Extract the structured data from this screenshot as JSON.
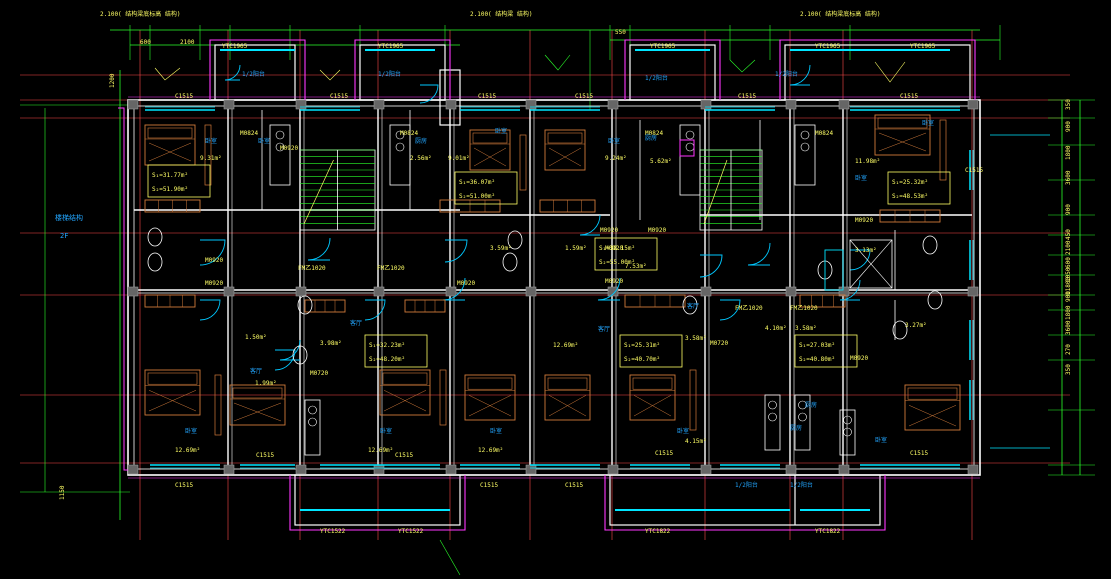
{
  "colors": {
    "background": "#000000",
    "wall": "#ffffff",
    "axis": "#ff4a4a",
    "dimension": "#2aff2a",
    "window": "#00e5ff",
    "door": "#00c8ff",
    "furniture": "#d07a3a",
    "balcony": "#ff38ff",
    "label": "#ffff66",
    "area_box": "#ffff66",
    "room_name": "#22a6ff",
    "grey": "#9a9a9a"
  },
  "texts": {
    "top_note_1": "2.100(   结构梁底标高    结构)",
    "top_note_2": "2.100(   结构梁 结构)",
    "top_note_3": "2.100(   结构梁底标高    结构)",
    "top_dims": [
      "600",
      "2100",
      "550"
    ],
    "left_dims": [
      "1200",
      "1150"
    ],
    "right_dims": [
      "350",
      "900",
      "1800",
      "3600",
      "900",
      "450",
      "2100",
      "600",
      "1050",
      "11800",
      "900",
      "1800",
      "3600",
      "270",
      "350"
    ],
    "left_note_1": "楼梯结构",
    "left_note_2": "2F",
    "windows_top": [
      "YTC1965",
      "YTC1965",
      "YTC1965",
      "YTC1965",
      "YTC1965"
    ],
    "windows_top_small": [
      "C1515",
      "C1515",
      "C1515",
      "C1515",
      "C1515",
      "C1515",
      "C1515"
    ],
    "windows_bottom": [
      "YTC1522",
      "YTC1522",
      "YTC1822",
      "YTC1822"
    ],
    "windows_bottom_small": [
      "C1515",
      "C1515",
      "C1515",
      "C1515",
      "C1515",
      "C1515",
      "C1515"
    ],
    "balcony_labels": [
      "1/2阳台",
      "1/2阳台",
      "1/2阳台",
      "1/2阳台",
      "1/2阳台",
      "1/2阳台"
    ],
    "room_area_labels": [
      "9.31m²",
      "2.56m²",
      "9.01m²",
      "9.24m²",
      "5.62m²",
      "11.98m²",
      "3.13m²",
      "7.53m²",
      "3.59m²",
      "1.59m²",
      "3.98m²",
      "1.50m²",
      "1.99m²",
      "3.58m²",
      "4.10m²",
      "3.58m²",
      "12.69m²",
      "12.69m²",
      "12.69m²",
      "4.15m²",
      "12.69m²",
      "3.27m²"
    ],
    "area_boxes": [
      [
        "S₁=31.77m²",
        "S₂=51.90m²"
      ],
      [
        "S₁=36.07m²",
        "S₂=51.00m²"
      ],
      [
        "S₁=38.15m²",
        "S₂=55.00m²"
      ],
      [
        "S₁=25.32m²",
        "S₂=48.53m²"
      ],
      [
        "S₁=32.23m²",
        "S₂=48.20m²"
      ],
      [
        "S₁=25.31m²",
        "S₂=40.70m²"
      ],
      [
        "S₁=27.03m²",
        "S₂=40.80m²"
      ]
    ],
    "door_labels": [
      "M0920",
      "M0920",
      "M0920",
      "M0920",
      "M0920",
      "M0920",
      "M0920",
      "M0920",
      "M0920",
      "M0920",
      "M0824",
      "M0824",
      "M0824",
      "M0824",
      "FM乙1020",
      "FM乙1020",
      "FM乙1020",
      "FM乙1020",
      "M0720",
      "M0720"
    ],
    "room_names": [
      "卧室",
      "卧室",
      "卧室",
      "卧室",
      "客厅",
      "客厅",
      "客厅",
      "客厅",
      "卧室",
      "卧室",
      "卧室",
      "卧室",
      "卧室",
      "卧室",
      "卧室",
      "厨房",
      "厨房",
      "厨房",
      "厨房"
    ]
  }
}
